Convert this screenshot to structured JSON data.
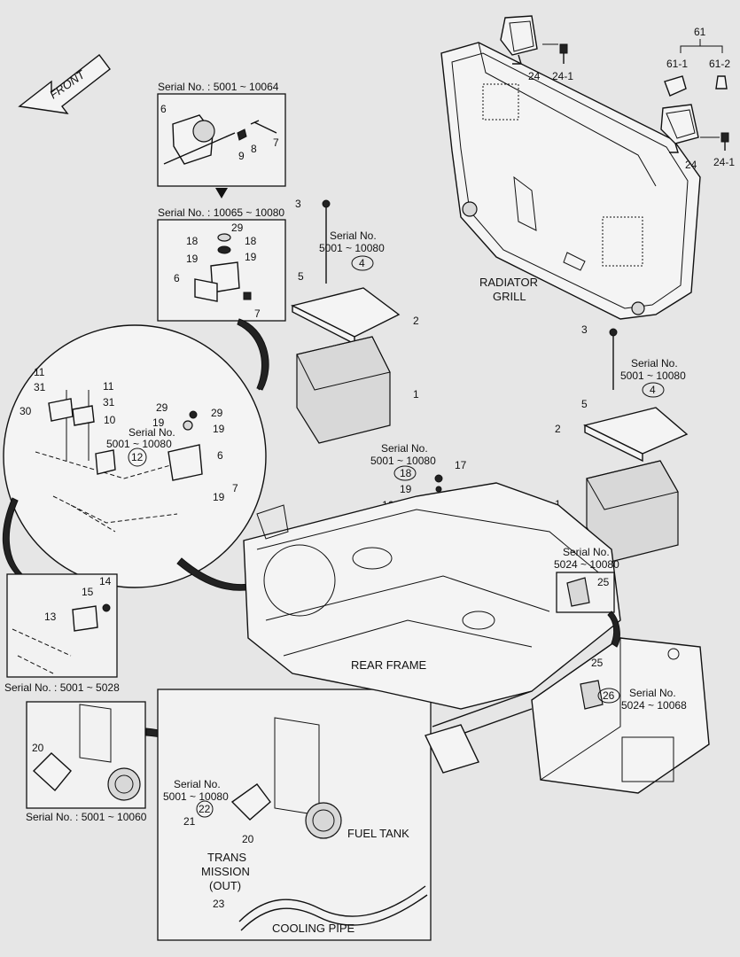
{
  "front_arrow": "FRONT",
  "labels": {
    "serial_5001_10064": "Serial No. : 5001 ~ 10064",
    "serial_10065_10080": "Serial No. : 10065 ~ 10080",
    "serial_5001_5028": "Serial No. : 5001 ~ 5028",
    "serial_5001_10060": "Serial No. : 5001 ~ 10060",
    "serial_no": "Serial No.",
    "range_5001_10080": "5001 ~ 10080",
    "range_5024_10080": "5024 ~ 10080",
    "range_5024_10068": "5024 ~ 10068",
    "radiator_grill_1": "RADIATOR",
    "radiator_grill_2": "GRILL",
    "rear_frame": "REAR FRAME",
    "fuel_tank": "FUEL TANK",
    "trans_1": "TRANS",
    "trans_2": "MISSION",
    "trans_3": "(OUT)",
    "cooling_pipe": "COOLING PIPE"
  },
  "callouts": {
    "c1": "1",
    "c2": "2",
    "c3": "3",
    "c4": "4",
    "c5": "5",
    "c6": "6",
    "c7": "7",
    "c8": "8",
    "c9": "9",
    "c10": "10",
    "c11": "11",
    "c12": "12",
    "c13": "13",
    "c14": "14",
    "c15": "15",
    "c16": "16",
    "c17": "17",
    "c18": "18",
    "c19": "19",
    "c20": "20",
    "c21": "21",
    "c22": "22",
    "c23": "23",
    "c24": "24",
    "c24_1": "24-1",
    "c25": "25",
    "c26": "26",
    "c29": "29",
    "c30": "30",
    "c31": "31",
    "c61": "61",
    "c61_1": "61-1",
    "c61_2": "61-2"
  }
}
